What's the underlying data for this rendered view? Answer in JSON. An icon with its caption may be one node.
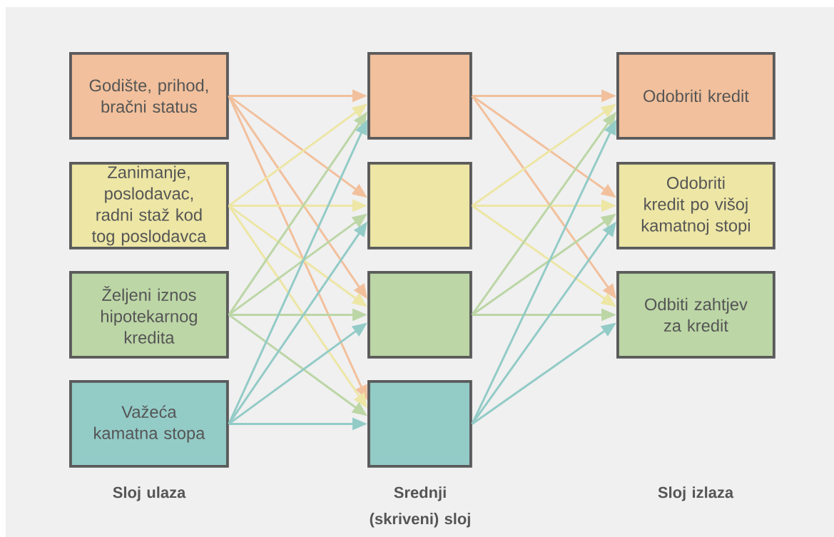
{
  "diagram": {
    "nodes": [
      {
        "text": [
          "Godište, prihod, bračni status"
        ]
      },
      {
        "text": [
          "Zanimanje, poslodavac, radni staž kod tog poslodavca"
        ]
      },
      {
        "text": [
          "Željeni iznos hipotekarnog kredita"
        ]
      },
      {
        "text": [
          "Važeća kamatna stopa"
        ]
      },
      {
        "text": [],
        "shape": "box"
      },
      {
        "text": [],
        "shape": "box"
      },
      {
        "text": [],
        "shape": "box"
      },
      {
        "text": [],
        "shape": "box"
      },
      {
        "text": [
          "Odobriti kredit"
        ]
      },
      {
        "text": [
          "Odobriti kredit po višoj kamatnoj stopi"
        ]
      },
      {
        "text": [
          "Odbiti zahtjev za kredit"
        ]
      }
    ],
    "edges": [
      {
        "from": 0,
        "to": 4,
        "arrow": "to",
        "color": "#f2c09c"
      },
      {
        "from": 0,
        "to": 5,
        "arrow": "to",
        "color": "#f2c09c"
      },
      {
        "from": 0,
        "to": 6,
        "arrow": "to",
        "color": "#f2c09c"
      },
      {
        "from": 0,
        "to": 7,
        "arrow": "to",
        "color": "#f2c09c"
      },
      {
        "from": 1,
        "to": 4,
        "arrow": "to",
        "color": "#ede6a5"
      },
      {
        "from": 1,
        "to": 5,
        "arrow": "to",
        "color": "#ede6a5"
      },
      {
        "from": 1,
        "to": 6,
        "arrow": "to",
        "color": "#ede6a5"
      },
      {
        "from": 1,
        "to": 7,
        "arrow": "to",
        "color": "#ede6a5"
      },
      {
        "from": 2,
        "to": 4,
        "arrow": "to",
        "color": "#bcd6a6"
      },
      {
        "from": 2,
        "to": 5,
        "arrow": "to",
        "color": "#bcd6a6"
      },
      {
        "from": 2,
        "to": 6,
        "arrow": "to",
        "color": "#bcd6a6"
      },
      {
        "from": 2,
        "to": 7,
        "arrow": "to",
        "color": "#bcd6a6"
      },
      {
        "from": 3,
        "to": 4,
        "arrow": "to",
        "color": "#93cbc7"
      },
      {
        "from": 3,
        "to": 5,
        "arrow": "to",
        "color": "#93cbc7"
      },
      {
        "from": 3,
        "to": 6,
        "arrow": "to",
        "color": "#93cbc7"
      },
      {
        "from": 3,
        "to": 7,
        "arrow": "to",
        "color": "#93cbc7"
      },
      {
        "from": 4,
        "to": 8,
        "arrow": "to",
        "color": "#f2c09c"
      },
      {
        "from": 4,
        "to": 9,
        "arrow": "to",
        "color": "#f2c09c"
      },
      {
        "from": 4,
        "to": 10,
        "arrow": "to",
        "color": "#f2c09c"
      },
      {
        "from": 5,
        "to": 8,
        "arrow": "to",
        "color": "#ede6a5"
      },
      {
        "from": 5,
        "to": 9,
        "arrow": "to",
        "color": "#ede6a5"
      },
      {
        "from": 5,
        "to": 10,
        "arrow": "to",
        "color": "#ede6a5"
      },
      {
        "from": 6,
        "to": 8,
        "arrow": "to",
        "color": "#bcd6a6"
      },
      {
        "from": 6,
        "to": 9,
        "arrow": "to",
        "color": "#bcd6a6"
      },
      {
        "from": 6,
        "to": 10,
        "arrow": "to",
        "color": "#bcd6a6"
      },
      {
        "from": 7,
        "to": 8,
        "arrow": "to",
        "color": "#93cbc7"
      },
      {
        "from": 7,
        "to": 9,
        "arrow": "to",
        "color": "#93cbc7"
      },
      {
        "from": 7,
        "to": 10,
        "arrow": "to",
        "color": "#93cbc7"
      }
    ],
    "labels": [
      "Sloj ulaza",
      "Srednji (skriveni) sloj",
      "Sloj izlaza"
    ]
  }
}
